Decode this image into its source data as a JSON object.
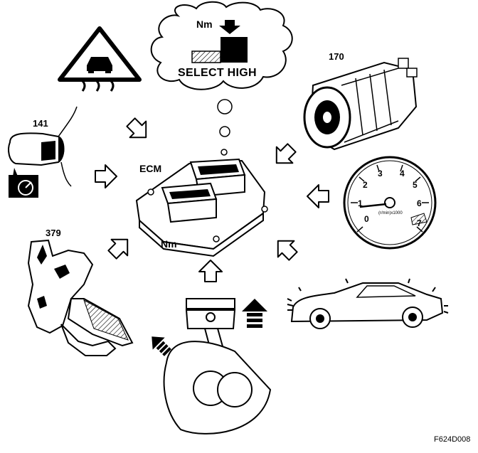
{
  "diagram": {
    "thought_bubble": {
      "unit_label": "Nm",
      "caption": "SELECT HIGH"
    },
    "ecm_label": "ECM",
    "torque_label": "Nm",
    "callouts": {
      "compressor": "170",
      "switch": "141",
      "pedal": "379"
    },
    "figure_code": "F624D008",
    "tachometer": {
      "ticks": [
        "0",
        "1",
        "2",
        "3",
        "4",
        "5",
        "6",
        "7"
      ],
      "unit": "(r/min)x1000"
    }
  }
}
